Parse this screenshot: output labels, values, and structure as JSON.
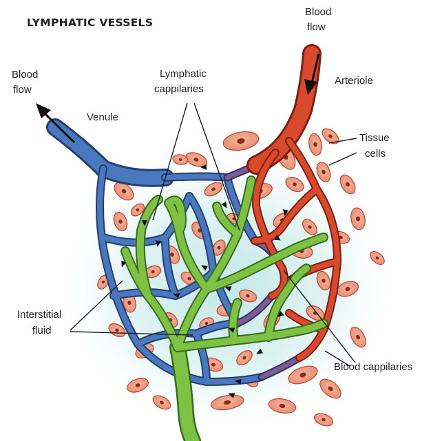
{
  "title": "LYMPHATIC VESSELS",
  "labels": {
    "blood_flow_in": [
      "Blood",
      "flow"
    ],
    "blood_flow_out": [
      "Blood",
      "flow"
    ],
    "arteriole": "Arteriole",
    "venule": "Venule",
    "lymphatic_capillaries": [
      "Lymphatic",
      "cappilaries"
    ],
    "tissue_cells": [
      "Tissue",
      "cells"
    ],
    "interstitial_fluid": [
      "Interstitial",
      "fluid"
    ],
    "blood_capillaries": "Blood cappilaries"
  },
  "colors": {
    "venule": "#4a78bf",
    "arteriole": "#d94a2c",
    "lymphatic": "#7fc142",
    "tissue_cell": "#ee9e82",
    "interstitial_fluid": "#d4efef"
  }
}
